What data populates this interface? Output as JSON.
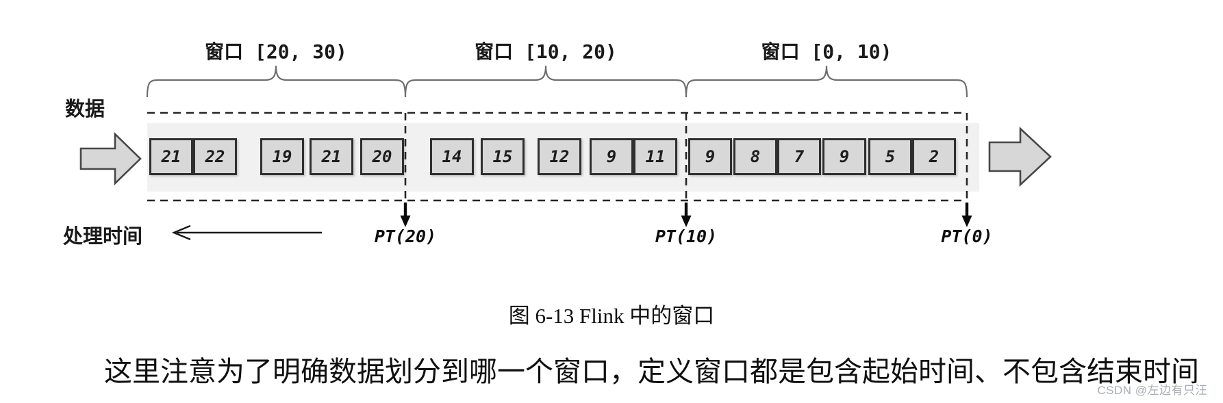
{
  "diagram": {
    "stream_label": "数据",
    "time_axis_label": "处理时间",
    "windows": [
      {
        "label": "窗口 [20, 30)",
        "boxes": [
          "21",
          "22",
          "19",
          "21",
          "20"
        ]
      },
      {
        "label": "窗口 [10, 20)",
        "boxes": [
          "14",
          "15",
          "12",
          "9",
          "11"
        ]
      },
      {
        "label": "窗口 [0, 10)",
        "boxes": [
          "9",
          "8",
          "7",
          "9",
          "5",
          "2"
        ]
      }
    ],
    "pt_markers": [
      "PT(20)",
      "PT(10)",
      "PT(0)"
    ],
    "colors": {
      "box_fill": "#d8d8d8",
      "box_border": "#2f2f2f",
      "band": "#f1f1f1",
      "dash_line": "#262626",
      "brace": "#6e6e6e",
      "block_arrow_fill": "#d7d7d7",
      "block_arrow_stroke": "#474747",
      "marker_arrow": "#0a0a0a",
      "text": "#111111",
      "watermark": "#a9aeb6"
    }
  },
  "caption": "图 6-13 Flink 中的窗口",
  "paragraph": "这里注意为了明确数据划分到哪一个窗口，定义窗口都是包含起始时间、不包含结束时间",
  "watermark": "CSDN @左边有只汪"
}
